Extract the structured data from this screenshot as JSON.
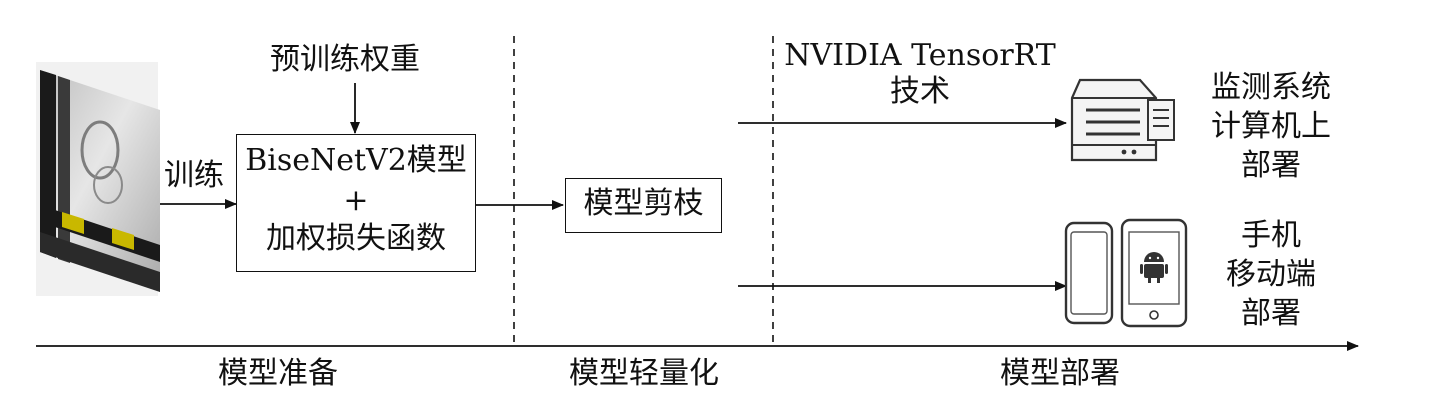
{
  "diagram": {
    "input_image_alt": "input sample image",
    "pretrain_label": "预训练权重",
    "train_label": "训练",
    "model_box": {
      "line1": "BiseNetV2模型",
      "line2": "+",
      "line3": "加权损失函数"
    },
    "prune_label": "模型剪枝",
    "tensorrt_line1": "NVIDIA TensorRT",
    "tensorrt_line2": "技术",
    "pc_deploy": {
      "line1": "监测系统",
      "line2": "计算机上",
      "line3": "部署"
    },
    "mobile_deploy": {
      "line1": "手机",
      "line2": "移动端",
      "line3": "部署"
    },
    "stages": {
      "prepare": "模型准备",
      "lightweight": "模型轻量化",
      "deploy": "模型部署"
    }
  }
}
